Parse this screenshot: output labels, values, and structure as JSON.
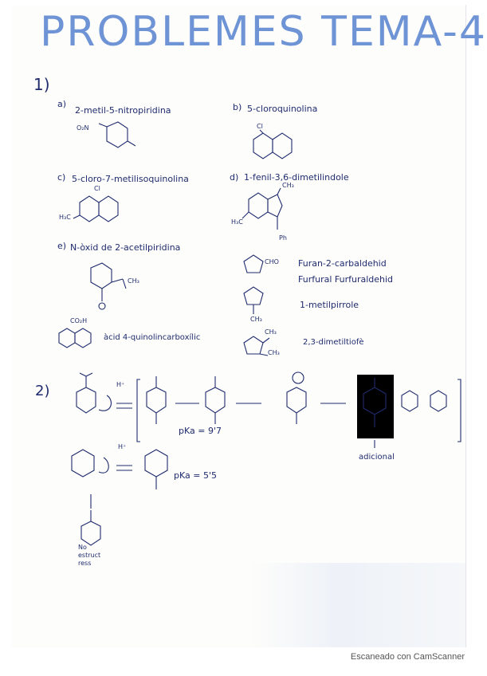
{
  "title": "PROBLEMES TEMA-4",
  "problem1": {
    "number": "1)",
    "a": {
      "label": "a)",
      "text": "2-metil-5-nitropiridina",
      "substituent": "O₂N"
    },
    "b": {
      "label": "b)",
      "text": "5-cloroquinolina",
      "substituent": "Cl"
    },
    "c": {
      "label": "c)",
      "text": "5-cloro-7-metilisoquinolina",
      "substituent_top": "Cl",
      "substituent_left": "H₃C"
    },
    "d": {
      "label": "d)",
      "text": "1-fenil-3,6-dimetilindole",
      "substituent_top": "CH₃",
      "substituent_left": "H₃C",
      "substituent_n": "Ph"
    },
    "e": {
      "label": "e)",
      "text": "N-òxid de 2-acetilpiridina",
      "substituent": "CH₃"
    },
    "f": {
      "text": "àcid 4-quinolincarboxílic",
      "substituent": "CO₂H"
    },
    "g": {
      "text": "Furan-2-carbaldehid",
      "line2": "Furfural   Furfuraldehid",
      "substituent": "CHO"
    },
    "h": {
      "text": "1-metilpirrole",
      "substituent": "CH₃"
    },
    "i": {
      "text": "2,3-dimetiltiofè",
      "substituent_a": "CH₃",
      "substituent_b": "CH₃"
    }
  },
  "problem2": {
    "number": "2)",
    "pka1": "pKa = 9'7",
    "pka2": "pKa = 5'5",
    "h_plus": "H⁺",
    "annotation_note": "adicional",
    "no_resonance": "No estruct ress"
  },
  "footer": "Escaneado con CamScanner"
}
